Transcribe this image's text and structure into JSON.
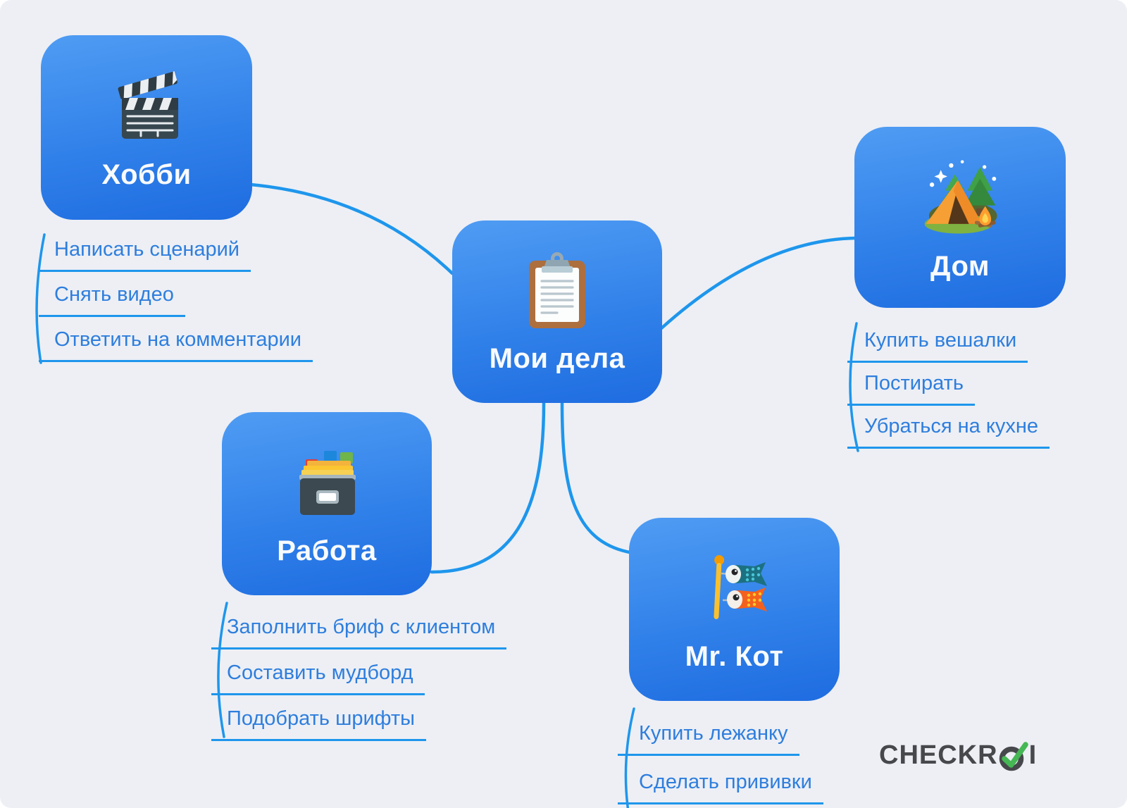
{
  "background_color": "#edeff5",
  "colors": {
    "node_gradient_top": "#4f9cf3",
    "node_gradient_bottom": "#1e6ce0",
    "connector": "#1e96ec",
    "task_text": "#2e7edd",
    "task_underline": "#1e96ec",
    "node_label_text": "#f8fafc",
    "logo_text": "#47484b",
    "logo_check": "#45b754"
  },
  "center_node": {
    "label": "Мои дела",
    "icon": "clipboard-icon"
  },
  "branches": [
    {
      "id": "hobby",
      "label": "Хобби",
      "icon": "clapperboard-icon",
      "tasks": [
        "Написать сценарий",
        "Снять видео",
        "Ответить на комментарии"
      ]
    },
    {
      "id": "home",
      "label": "Дом",
      "icon": "camping-icon",
      "tasks": [
        "Купить вешалки",
        "Постирать",
        "Убраться на кухне"
      ]
    },
    {
      "id": "work",
      "label": "Работа",
      "icon": "card-file-box-icon",
      "tasks": [
        "Заполнить бриф с клиентом",
        "Составить мудборд",
        "Подобрать шрифты"
      ]
    },
    {
      "id": "cat",
      "label": "Mr. Кот",
      "icon": "carp-streamer-icon",
      "tasks": [
        "Купить лежанку",
        "Сделать прививки"
      ]
    }
  ],
  "logo": {
    "prefix": "CHECKR",
    "suffix": "I"
  }
}
